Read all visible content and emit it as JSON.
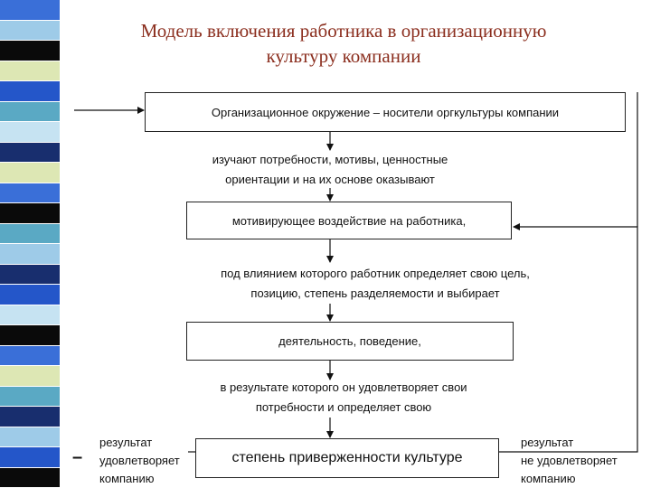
{
  "title_line1": "Модель включения работника в организационную",
  "title_line2": "культуру компании",
  "boxes": {
    "environment": "Организационное окружение – носители оргкультуры компании",
    "motivation": "мотивирующее воздействие на работника,",
    "activity": "деятельность, поведение,",
    "commitment": "степень приверженности культуре"
  },
  "notes": {
    "study_line1": "изучают потребности, мотивы, ценностные",
    "study_line2": "ориентации и на их основе оказывают",
    "influence_line1": "под влиянием которого работник определяет свою цель,",
    "influence_line2": "позицию, степень разделяемости и выбирает",
    "result_line1": "в результате которого он удовлетворяет свои",
    "result_line2": "потребности и определяет свою"
  },
  "left_label": {
    "line1": "результат",
    "line2": "удовлетворяет",
    "line3": "компанию",
    "marker": "–"
  },
  "right_label": {
    "line1": "результат",
    "line2": "не удовлетворяет",
    "line3": "компанию"
  },
  "colors": {
    "title": "#8b2e1e",
    "strip": [
      "#3a6fd8",
      "#9ecbe8",
      "#0a0a0a",
      "#dde7b4",
      "#2456c9",
      "#5aa9c4",
      "#c6e3f2",
      "#182e6e",
      "#dde7b4",
      "#3a6fd8",
      "#0a0a0a",
      "#5aa9c4",
      "#9ecbe8",
      "#182e6e",
      "#2456c9",
      "#c6e3f2",
      "#0a0a0a",
      "#3a6fd8",
      "#dde7b4",
      "#5aa9c4",
      "#182e6e",
      "#9ecbe8",
      "#2456c9",
      "#0a0a0a"
    ]
  }
}
